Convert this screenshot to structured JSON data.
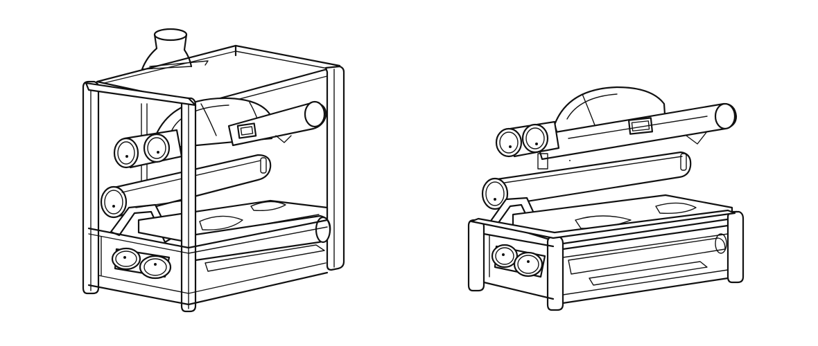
{
  "figure": {
    "views": [
      {
        "id": "open-frame",
        "subject": "frame-assembly"
      },
      {
        "id": "collapsed-frame",
        "subject": "frame-assembly"
      }
    ],
    "colors": {
      "stroke": "#111111",
      "background": "#ffffff"
    }
  }
}
